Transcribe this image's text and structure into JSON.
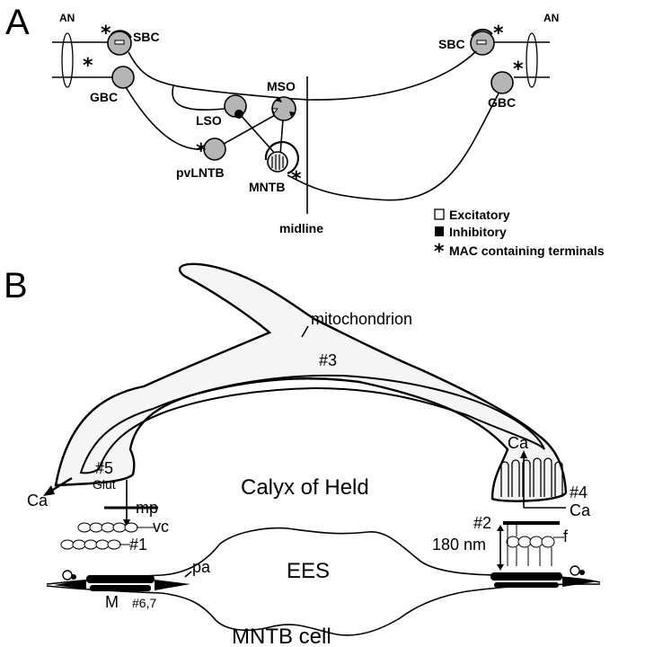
{
  "panel_a": {
    "letter": "A",
    "labels": {
      "an_left": "AN",
      "an_right": "AN",
      "sbc_left": "SBC",
      "sbc_right": "SBC",
      "gbc_left": "GBC",
      "gbc_right": "GBC",
      "mso": "MSO",
      "lso": "LSO",
      "pvlntb": "pvLNTB",
      "mntb": "MNTB",
      "midline": "midline"
    },
    "star": "*",
    "legend": {
      "excitatory": "Excitatory",
      "inhibitory": "Inhibitory",
      "mac": "MAC containing terminals"
    }
  },
  "panel_b": {
    "letter": "B",
    "labels": {
      "mitochondrion": "mitochondrion",
      "n3": "#3",
      "ca_left": "Ca",
      "n5": "#5",
      "glut": "Glut",
      "calyx": "Calyx of Held",
      "ca_top_right": "Ca",
      "n4": "#4",
      "ca_right": "Ca",
      "mp": "mp",
      "vc": "vc",
      "n1": "#1",
      "n2": "#2",
      "f": "f",
      "dist": "180 nm",
      "ees": "EES",
      "pa": "pa",
      "m": "M",
      "n67": "#6,7",
      "mntb_cell": "MNTB cell"
    }
  }
}
